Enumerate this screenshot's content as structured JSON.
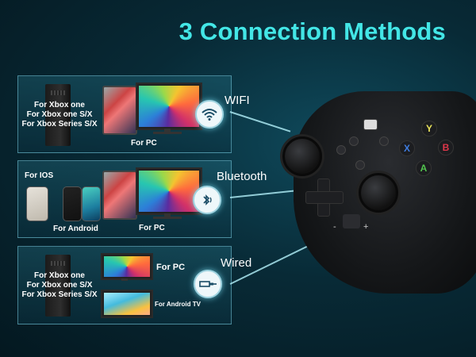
{
  "title": "3 Connection Methods",
  "methods": [
    {
      "name": "WIFI",
      "icon": "wifi-icon"
    },
    {
      "name": "Bluetooth",
      "icon": "bluetooth-icon"
    },
    {
      "name": "Wired",
      "icon": "usb-cable-icon"
    }
  ],
  "panel1": {
    "xbox_lines": [
      "For Xbox one",
      "For Xbox one S/X",
      "For Xbox Series S/X"
    ],
    "pc": "For PC"
  },
  "panel2": {
    "ios": "For IOS",
    "android": "For Android",
    "pc": "For PC"
  },
  "panel3": {
    "xbox_lines": [
      "For Xbox one",
      "For Xbox one S/X",
      "For Xbox Series S/X"
    ],
    "pc": "For PC",
    "tv": "For Android TV"
  },
  "controller": {
    "buttons": {
      "y": "Y",
      "b": "B",
      "x": "X",
      "a": "A"
    },
    "minus": "-",
    "plus": "+",
    "colors": {
      "y": "#e8e25a",
      "b": "#e0374a",
      "x": "#3f7de0",
      "a": "#52c44e"
    }
  }
}
